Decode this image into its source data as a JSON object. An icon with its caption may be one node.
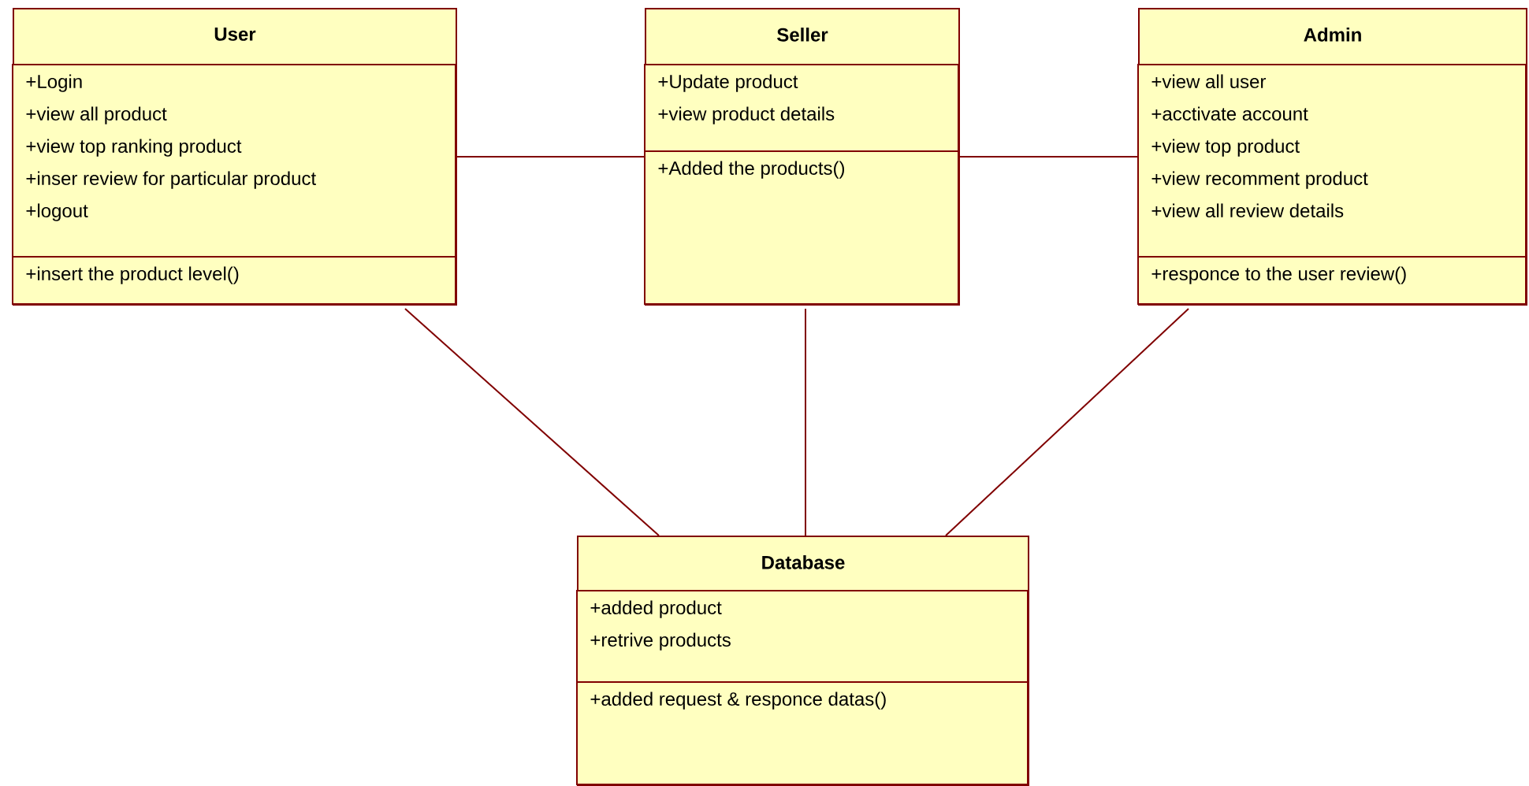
{
  "diagram": {
    "nodes": [
      {
        "text": [
          "User"
        ]
      },
      {
        "text": [
          "+Login",
          "+view all product",
          "+view top ranking product",
          "+inser review for particular product",
          "+logout"
        ],
        "in": 0
      },
      {
        "text": [
          "+insert the product level()"
        ],
        "in": 0
      },
      {
        "text": [
          "Seller"
        ]
      },
      {
        "text": [
          "+Update product",
          "+view product details"
        ],
        "in": 3
      },
      {
        "text": [
          "+Added the products()"
        ],
        "in": 3
      },
      {
        "text": [
          "Admin"
        ]
      },
      {
        "text": [
          "+view all user",
          "+acctivate account",
          "+view top product",
          "+view recomment product",
          "+view all review details"
        ],
        "in": 6
      },
      {
        "text": [
          "+responce to the user review()"
        ],
        "in": 6
      },
      {
        "text": [
          "Database"
        ]
      },
      {
        "text": [
          "+added product",
          "+retrive products"
        ],
        "in": 9
      },
      {
        "text": [
          "+added request & responce datas()"
        ],
        "in": 9
      }
    ],
    "edges": [
      {
        "from": 0,
        "to": 3,
        "arrow": "none"
      },
      {
        "from": 3,
        "to": 6,
        "arrow": "none"
      },
      {
        "from": 0,
        "to": 9,
        "arrow": "none"
      },
      {
        "from": 3,
        "to": 9,
        "arrow": "none"
      },
      {
        "from": 6,
        "to": 9,
        "arrow": "none"
      }
    ]
  }
}
